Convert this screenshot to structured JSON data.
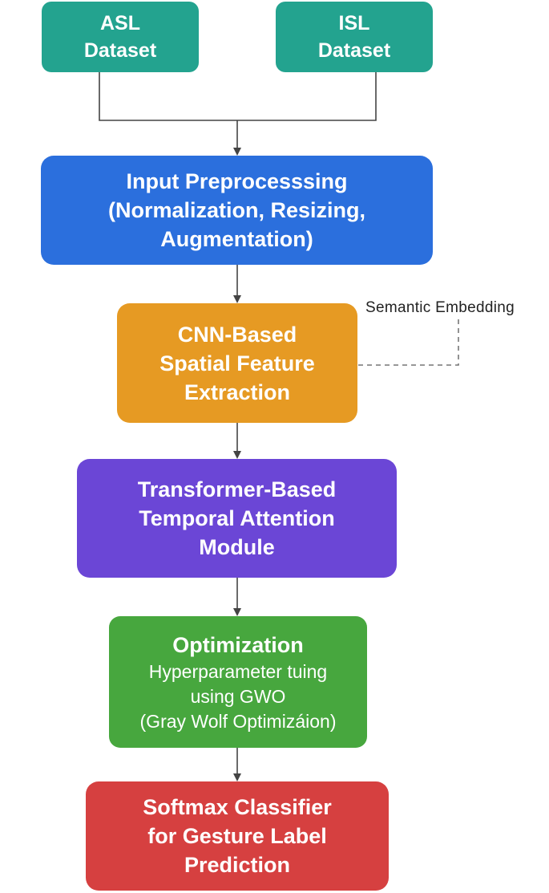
{
  "colors": {
    "dataset": "#23a38f",
    "preprocessing": "#2b6fdd",
    "cnn": "#e69a23",
    "transformer": "#6b46d6",
    "optimization": "#47a73e",
    "softmax": "#d64040",
    "connector": "#444444",
    "dashed": "#777777"
  },
  "nodes": {
    "asl": {
      "lines": [
        "ASL",
        "Dataset"
      ]
    },
    "isl": {
      "lines": [
        "ISL",
        "Dataset"
      ]
    },
    "preprocessing": {
      "lines": [
        "Input Preprocesssing",
        "(Normalization, Resizing,",
        "Augmentation)"
      ]
    },
    "cnn": {
      "lines": [
        "CNN-Based",
        "Spatial Feature",
        "Extraction"
      ]
    },
    "transformer": {
      "lines": [
        "Transformer-Based",
        "Temporal Attention",
        "Module"
      ]
    },
    "optimization": {
      "title": "Optimization",
      "lines": [
        "Hyperparameter tuing",
        "using GWO",
        "(Gray Wolf Optimizáion)"
      ]
    },
    "softmax": {
      "lines": [
        "Softmax Classifier",
        "for Gesture Label",
        "Prediction"
      ]
    }
  },
  "side_label": "Semantic Embedding"
}
